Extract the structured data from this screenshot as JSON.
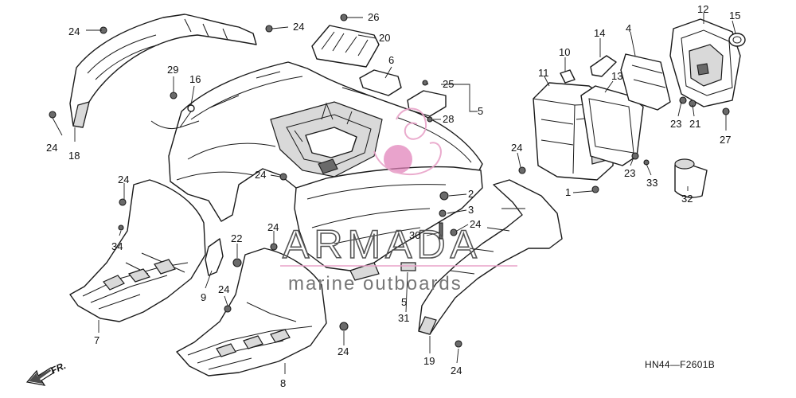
{
  "diagram": {
    "code": "HN44—F2601B",
    "direction_label": "FR.",
    "watermark": {
      "brand": "ARMADA",
      "tagline": "marine outboards",
      "logo": "armada-logo-icon"
    },
    "callouts": [
      {
        "id": "c24a",
        "label": "24"
      },
      {
        "id": "c18",
        "label": "18"
      },
      {
        "id": "c24b",
        "label": "24"
      },
      {
        "id": "c24c",
        "label": "24"
      },
      {
        "id": "c26",
        "label": "26"
      },
      {
        "id": "c20",
        "label": "20"
      },
      {
        "id": "c6",
        "label": "6"
      },
      {
        "id": "c29",
        "label": "29"
      },
      {
        "id": "c16",
        "label": "16"
      },
      {
        "id": "c25",
        "label": "25"
      },
      {
        "id": "c5a",
        "label": "5"
      },
      {
        "id": "c28",
        "label": "28"
      },
      {
        "id": "c10",
        "label": "10"
      },
      {
        "id": "c14",
        "label": "14"
      },
      {
        "id": "c4",
        "label": "4"
      },
      {
        "id": "c12",
        "label": "12"
      },
      {
        "id": "c15",
        "label": "15"
      },
      {
        "id": "c11",
        "label": "11"
      },
      {
        "id": "c13",
        "label": "13"
      },
      {
        "id": "c23a",
        "label": "23"
      },
      {
        "id": "c21",
        "label": "21"
      },
      {
        "id": "c27",
        "label": "27"
      },
      {
        "id": "c24d",
        "label": "24"
      },
      {
        "id": "c23b",
        "label": "23"
      },
      {
        "id": "c33",
        "label": "33"
      },
      {
        "id": "c1",
        "label": "1"
      },
      {
        "id": "c32",
        "label": "32"
      },
      {
        "id": "c24e",
        "label": "24"
      },
      {
        "id": "c2",
        "label": "2"
      },
      {
        "id": "c3",
        "label": "3"
      },
      {
        "id": "c24f",
        "label": "24"
      },
      {
        "id": "c30",
        "label": "30"
      },
      {
        "id": "c24g",
        "label": "24"
      },
      {
        "id": "c34",
        "label": "34"
      },
      {
        "id": "c22",
        "label": "22"
      },
      {
        "id": "c24h",
        "label": "24"
      },
      {
        "id": "c9",
        "label": "9"
      },
      {
        "id": "c24i",
        "label": "24"
      },
      {
        "id": "c7",
        "label": "7"
      },
      {
        "id": "c5b",
        "label": "5"
      },
      {
        "id": "c31",
        "label": "31"
      },
      {
        "id": "c24j",
        "label": "24"
      },
      {
        "id": "c19",
        "label": "19"
      },
      {
        "id": "c24k",
        "label": "24"
      },
      {
        "id": "c8",
        "label": "8"
      }
    ]
  }
}
